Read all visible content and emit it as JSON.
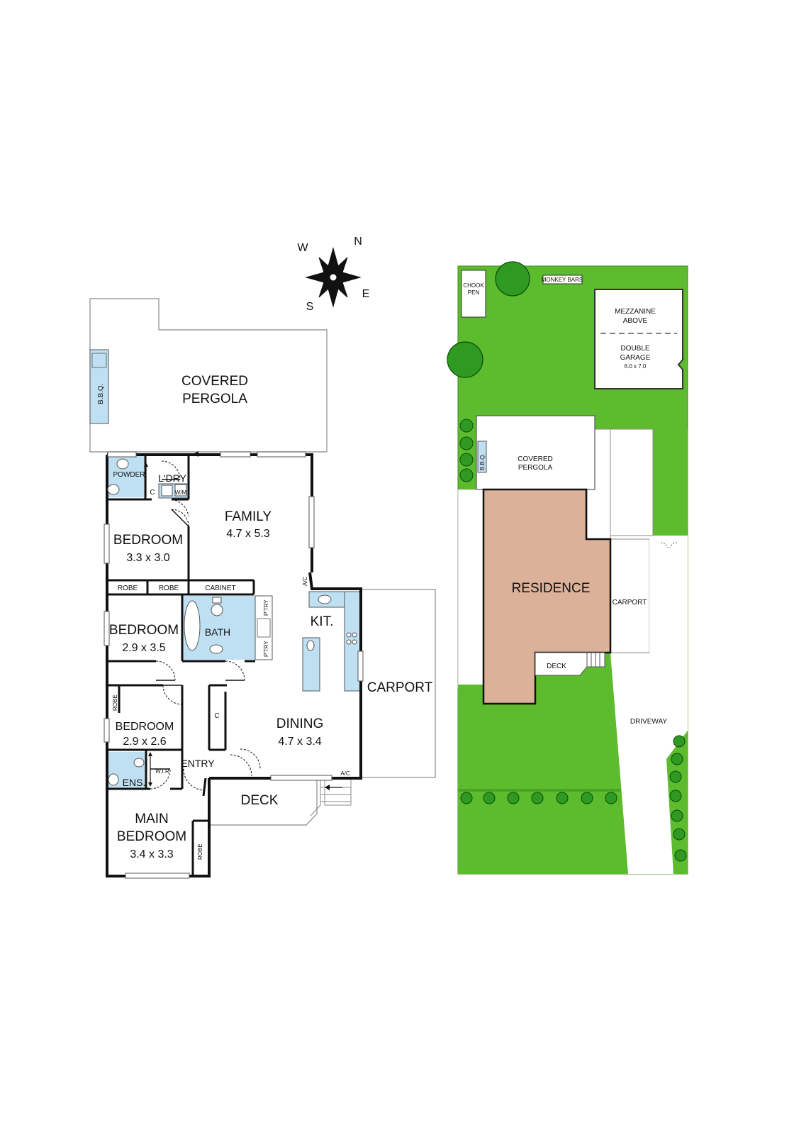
{
  "compass": {
    "n": "N",
    "e": "E",
    "s": "S",
    "w": "W"
  },
  "floorplan": {
    "covered_pergola": [
      "COVERED",
      "PERGOLA"
    ],
    "bbq": "B.B.Q.",
    "powder": "POWDER",
    "laundry": "L'DRY",
    "cupboard": "C",
    "washing_machine": "W/M",
    "family": {
      "name": "FAMILY",
      "size": "4.7 x 5.3"
    },
    "bedroom1": {
      "name": "BEDROOM",
      "size": "3.3 x 3.0"
    },
    "robe": "ROBE",
    "cabinet": "CABINET",
    "bedroom2": {
      "name": "BEDROOM",
      "size": "2.9 x 3.5"
    },
    "bath": "BATH",
    "pantry": "P'TRY",
    "ac": "A/C",
    "kitchen": "KIT.",
    "carport": "CARPORT",
    "bedroom3": {
      "name": "BEDROOM",
      "size": "2.9 x 2.6"
    },
    "dining": {
      "name": "DINING",
      "size": "4.7 x 3.4"
    },
    "entry": "ENTRY",
    "ensuite": "ENS.",
    "wir": "W.I.R",
    "deck": "DECK",
    "main_bedroom": {
      "name": [
        "MAIN",
        "BEDROOM"
      ],
      "size": "3.4 x 3.3"
    }
  },
  "siteplan": {
    "chook_pen": [
      "CHOOK",
      "PEN"
    ],
    "monkey_bars": "MONKEY BARS",
    "mezzanine": [
      "MEZZANINE",
      "ABOVE"
    ],
    "garage": [
      "DOUBLE",
      "GARAGE"
    ],
    "garage_size": "6.0 x 7.0",
    "covered_pergola": [
      "COVERED",
      "PERGOLA"
    ],
    "bbq": "B.B.Q.",
    "residence": "RESIDENCE",
    "carport": "CARPORT",
    "deck": "DECK",
    "driveway": "DRIVEWAY"
  },
  "colors": {
    "wall": "#111111",
    "wet_area": "#bfe0f2",
    "lawn": "#5dbb2e",
    "residence": "#dbb199",
    "tree": "#2e9a22"
  }
}
